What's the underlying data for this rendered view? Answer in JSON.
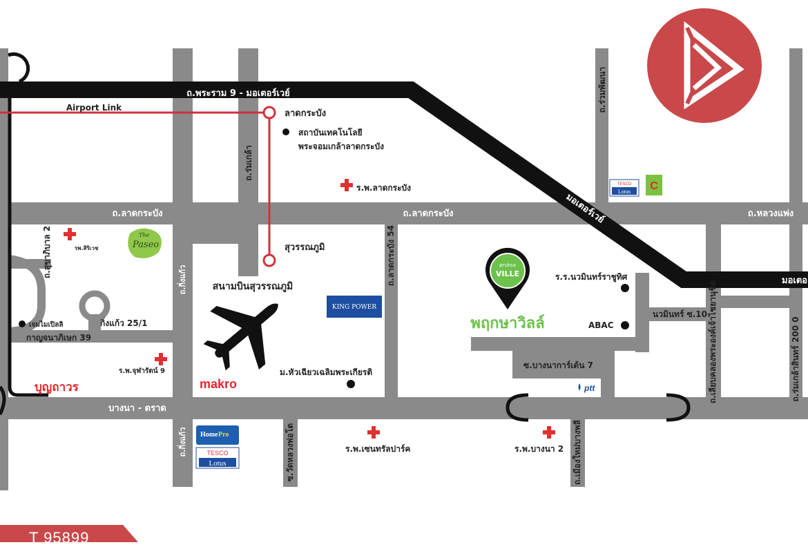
{
  "roads": {
    "rama9_motorway": "ถ.พระราม 9 - มอเตอร์เวย์",
    "airport_link": "Airport Link",
    "lat_krabang_1": "ถ.ลาดกระบัง",
    "lat_krabang_2": "ถ.ลาดกระบัง",
    "luang_phaeng": "ถ.หลวงแพ่ง",
    "motorway": "มอเตอร์เวย์",
    "motorway_right": "มอเตอ",
    "romklao": "ถ.ร่มเกล้า",
    "ruampattana": "ถ.ร่วมพัฒนา",
    "king_kaeo_1": "ถ.กิ่งแก้ว",
    "king_kaeo_2": "ถ.กิ่งแก้ว",
    "sukhaphiban2": "ถ.สุขาภิบาล 2",
    "lat_krabang_54": "ถ.ลาดกระบัง 54",
    "king_kaeo_25": "กิ่งแก้ว 25/1",
    "kanchanaphisek_39": "กาญจนาภิเษก 39",
    "bangna_trat": "บางนา - ตราด",
    "wat_luangpho": "ซ.วัดหลวงพ่อโต",
    "ming_mitr": "ถ.เมืองใหม่บางพลี",
    "bangna_garden_7": "ซ.บางนาการ์เด้น 7",
    "nawaminthra_soi10": "นวมินทร์ ซ.10",
    "rommaklao_200": "ถ.ร่มเกล้าสินทร์ 200 0",
    "liab_klong": "ถ.เลียบคลองพระองค์เจ้าไชยานุชิต"
  },
  "places": {
    "lat_krabang_station": "ลาดกระบัง",
    "kmitl_1": "สถาบันเทคโนโลยี",
    "kmitl_2": "พระจอมเกล้าลาดกระบัง",
    "lat_krabang_hospital": "ร.พ.ลาดกระบัง",
    "suvarnabhumi_station": "สุวรรณภูมิ",
    "suvarnabhumi_airport": "สนามบินสุวรรณภูมิ",
    "king_power": "KING POWER",
    "nawamin_school": "ร.ร.นวมินทร์ราชูทิศ",
    "abac": "ABAC",
    "project_name": "พฤกษาวิลล์",
    "pruksa_logo_top": "pruksa",
    "pruksa_logo": "VILLE",
    "paseo_top": "The",
    "paseo": "Paseo",
    "small_hospital": "รพ.สิริเวช",
    "chenmai_school": "เจมไมเปิลลิ",
    "chularat_hospital": "ร.พ.จุฬารัตน์ 9",
    "boonthavorn": "บุญถาวร",
    "makro": "makro",
    "hua_chiew": "ม.หัวเฉียวเฉลิมพระเกียรติ",
    "central_park_hospital": "ร.พ.เซนทรัลปาร์ค",
    "bangna2_hospital": "ร.พ.บางนา 2",
    "ptt": "ptt",
    "homepro_1": "Home",
    "homepro_2": "Pro",
    "tesco": "TESCO",
    "lotus": "Lotus",
    "tesco_2": "TESCO",
    "lotus_2": "Lotus",
    "c_logo": "C"
  },
  "listing_code": "T 95899",
  "colors": {
    "road": "#8a8a8a",
    "motorway": "#111111",
    "airport_link": "#d0303a",
    "project_green": "#6cc24a",
    "brand_red": "#c9484a",
    "hospital_red": "#e03030"
  },
  "icons": {
    "brand": "brand-logo-icon",
    "airport": "airplane-icon",
    "hospital": "hospital-cross-icon",
    "pin": "location-pin-icon"
  }
}
